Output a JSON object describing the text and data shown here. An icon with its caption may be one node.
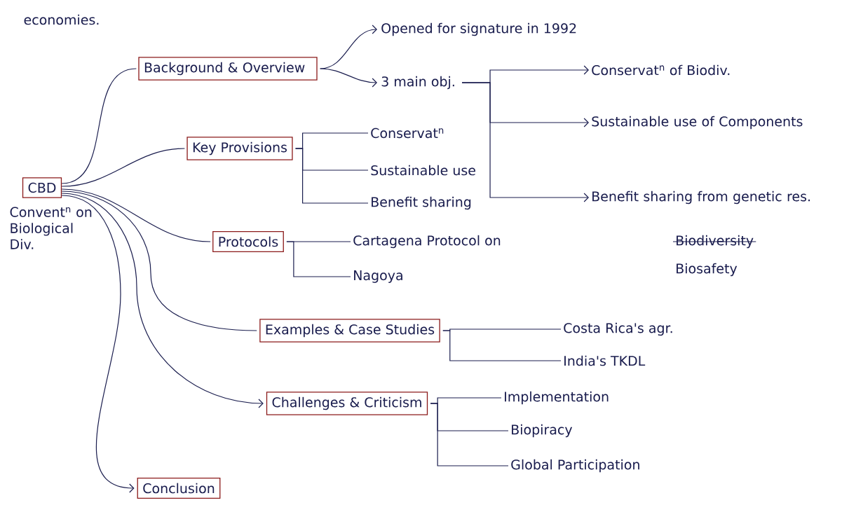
{
  "diagram": {
    "nodes": [
      {
        "text": [
          "CBD"
        ],
        "beside": [
          "Convent$^{n}$ on Biological Div."
        ]
      },
      {
        "text": [
          "Background & Overview"
        ]
      },
      {
        "text": [
          "Key Provisions"
        ]
      },
      {
        "text": [
          "Protocols"
        ]
      },
      {
        "text": [
          "Examples & Case Studies"
        ]
      },
      {
        "text": [
          "Challenges & Criticism"
        ]
      },
      {
        "text": [
          "Conclusion"
        ]
      },
      {
        "text": [
          "Opened for signature in 1992"
        ]
      },
      {
        "text": [
          "3 main obj."
        ]
      },
      {
        "text": [
          "Conservat$^{n}$ of Biodiv."
        ]
      },
      {
        "text": [
          "Sustainable use of Components"
        ]
      },
      {
        "text": [
          "Benefit sharing from genetic res."
        ]
      },
      {
        "text": [
          "Conservat$^{n}$"
        ]
      },
      {
        "text": [
          "Sustainable use"
        ]
      },
      {
        "text": [
          "Benefit sharing"
        ]
      },
      {
        "text": [
          "Cartagena Protocol on",
          "Biodiversity",
          "Biosafety"
        ]
      },
      {
        "text": [
          "Nagoya"
        ]
      },
      {
        "text": [
          "Costa Rica's agr."
        ]
      },
      {
        "text": [
          "India's TKDL"
        ]
      },
      {
        "text": [
          "Implementation"
        ]
      },
      {
        "text": [
          "Biopiracy"
        ]
      },
      {
        "text": [
          "Global Participation"
        ]
      }
    ],
    "edges": [
      {
        "from": 0,
        "to": 1,
        "arrow": "none"
      },
      {
        "from": 0,
        "to": 2,
        "arrow": "none"
      },
      {
        "from": 0,
        "to": 3,
        "arrow": "none"
      },
      {
        "from": 0,
        "to": 4,
        "arrow": "none"
      },
      {
        "from": 0,
        "to": 5,
        "arrow": "to"
      },
      {
        "from": 0,
        "to": 6,
        "arrow": "to"
      },
      {
        "from": 1,
        "to": 7,
        "arrow": "to"
      },
      {
        "from": 1,
        "to": 8,
        "arrow": "to"
      },
      {
        "from": 8,
        "to": 9,
        "arrow": "to"
      },
      {
        "from": 8,
        "to": 10,
        "arrow": "to"
      },
      {
        "from": 8,
        "to": 11,
        "arrow": "to"
      },
      {
        "from": 2,
        "to": 12,
        "arrow": "none"
      },
      {
        "from": 2,
        "to": 13,
        "arrow": "none"
      },
      {
        "from": 2,
        "to": 14,
        "arrow": "none"
      },
      {
        "from": 3,
        "to": 15,
        "arrow": "none"
      },
      {
        "from": 3,
        "to": 16,
        "arrow": "none"
      },
      {
        "from": 4,
        "to": 17,
        "arrow": "none"
      },
      {
        "from": 4,
        "to": 18,
        "arrow": "none"
      },
      {
        "from": 5,
        "to": 19,
        "arrow": "none"
      },
      {
        "from": 5,
        "to": 20,
        "arrow": "none"
      },
      {
        "from": 5,
        "to": 21,
        "arrow": "none"
      }
    ],
    "labels": [
      "economies."
    ]
  }
}
